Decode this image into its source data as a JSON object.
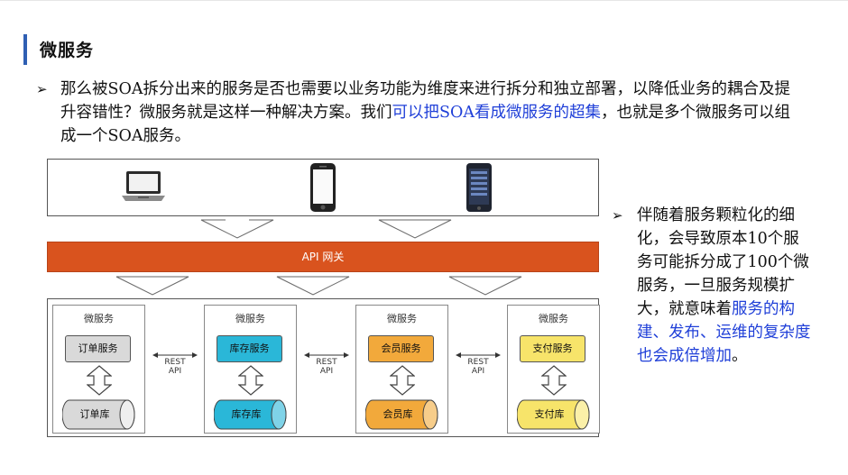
{
  "title": "微服务",
  "intro": {
    "bullet": "➢",
    "text_before": "那么被SOA拆分出来的服务是否也需要以业务功能为维度来进行拆分和独立部署，以降低业务的耦合及提升容错性？微服务就是这样一种解决方案。我们",
    "highlight": "可以把SOA看成微服务的超集",
    "text_after": "，也就是多个微服务可以组成一个SOA服务。"
  },
  "side_note": {
    "bullet": "➢",
    "text_before": "伴随着服务颗粒化的细化，会导致原本10个服务可能拆分成了100个微服务，一旦服务规模扩大，就意味着",
    "highlight": "服务的构建、发布、运维的复杂度也会成倍增加",
    "text_after": "。"
  },
  "diagram": {
    "devices": [
      {
        "name": "laptop-icon"
      },
      {
        "name": "smartphone-icon"
      },
      {
        "name": "tablet-icon"
      }
    ],
    "gateway_label": "API 网关",
    "services": [
      {
        "title": "微服务",
        "service": "订单服务",
        "db": "订单库",
        "color": "#d9d9d9"
      },
      {
        "title": "微服务",
        "service": "库存服务",
        "db": "库存库",
        "color": "#2ab7d8"
      },
      {
        "title": "微服务",
        "service": "会员服务",
        "db": "会员库",
        "color": "#f2a93b"
      },
      {
        "title": "微服务",
        "service": "支付服务",
        "db": "支付库",
        "color": "#f7e46a"
      }
    ],
    "rest_label_top": "REST",
    "rest_label_bottom": "API"
  },
  "colors": {
    "accent_bar": "#2f5fb3",
    "highlight_text": "#1f3fd8",
    "gateway": "#d9531e"
  }
}
